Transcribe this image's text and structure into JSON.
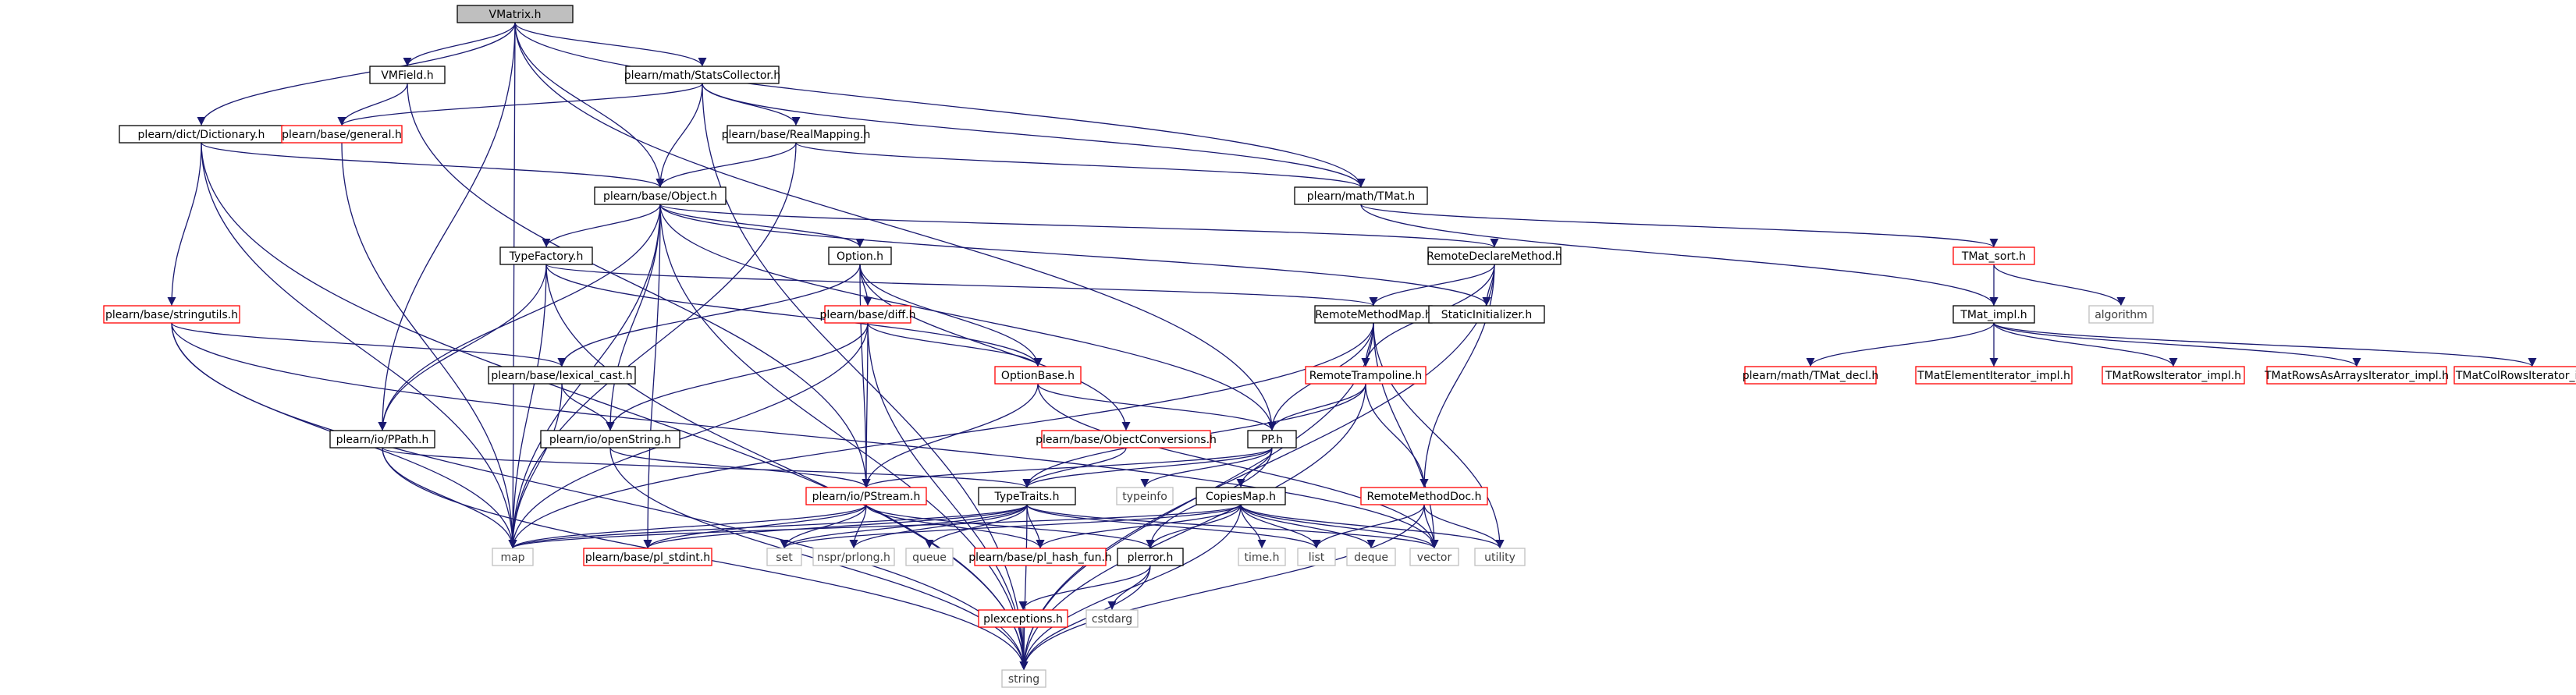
{
  "graph": {
    "root": "VMatrix.h",
    "colors": {
      "edge": "#191970",
      "root_fill": "#bfbfbf",
      "documented_border": "#000000",
      "undocumented_border": "#ff0000",
      "external_border": "#bfbfbf",
      "external_text": "#404040"
    },
    "nodes": [
      {
        "id": "vmatrix",
        "label": "VMatrix.h",
        "kind": "root"
      },
      {
        "id": "vmfield",
        "label": "VMField.h",
        "kind": "documented"
      },
      {
        "id": "statscollector",
        "label": "plearn/math/StatsCollector.h",
        "kind": "documented"
      },
      {
        "id": "dictionary",
        "label": "plearn/dict/Dictionary.h",
        "kind": "documented"
      },
      {
        "id": "general",
        "label": "plearn/base/general.h",
        "kind": "incomplete"
      },
      {
        "id": "realmapping",
        "label": "plearn/base/RealMapping.h",
        "kind": "documented"
      },
      {
        "id": "object",
        "label": "plearn/base/Object.h",
        "kind": "documented"
      },
      {
        "id": "tmat",
        "label": "plearn/math/TMat.h",
        "kind": "documented"
      },
      {
        "id": "tmatsort",
        "label": "TMat_sort.h",
        "kind": "incomplete"
      },
      {
        "id": "tmatimpl",
        "label": "TMat_impl.h",
        "kind": "documented"
      },
      {
        "id": "algorithm",
        "label": "algorithm",
        "kind": "external"
      },
      {
        "id": "tmatdecl",
        "label": "plearn/math/TMat_decl.h",
        "kind": "incomplete"
      },
      {
        "id": "tmatelem",
        "label": "TMatElementIterator_impl.h",
        "kind": "incomplete"
      },
      {
        "id": "tmatrows",
        "label": "TMatRowsIterator_impl.h",
        "kind": "incomplete"
      },
      {
        "id": "tmatrowsarr",
        "label": "TMatRowsAsArraysIterator_impl.h",
        "kind": "incomplete"
      },
      {
        "id": "tmatcol",
        "label": "TMatColRowsIterator_impl.h",
        "kind": "incomplete"
      },
      {
        "id": "typefactory",
        "label": "TypeFactory.h",
        "kind": "documented"
      },
      {
        "id": "option",
        "label": "Option.h",
        "kind": "documented"
      },
      {
        "id": "remotedeclare",
        "label": "RemoteDeclareMethod.h",
        "kind": "documented"
      },
      {
        "id": "stringutils",
        "label": "plearn/base/stringutils.h",
        "kind": "incomplete"
      },
      {
        "id": "diff",
        "label": "plearn/base/diff.h",
        "kind": "incomplete"
      },
      {
        "id": "remotemethodmap",
        "label": "RemoteMethodMap.h",
        "kind": "documented"
      },
      {
        "id": "staticinit",
        "label": "StaticInitializer.h",
        "kind": "documented"
      },
      {
        "id": "lexicalcast",
        "label": "plearn/base/lexical_cast.h",
        "kind": "documented"
      },
      {
        "id": "optionbase",
        "label": "OptionBase.h",
        "kind": "incomplete"
      },
      {
        "id": "remotetramp",
        "label": "RemoteTrampoline.h",
        "kind": "incomplete"
      },
      {
        "id": "ppath",
        "label": "plearn/io/PPath.h",
        "kind": "documented"
      },
      {
        "id": "openstring",
        "label": "plearn/io/openString.h",
        "kind": "documented"
      },
      {
        "id": "objconv",
        "label": "plearn/base/ObjectConversions.h",
        "kind": "incomplete"
      },
      {
        "id": "pp",
        "label": "PP.h",
        "kind": "documented"
      },
      {
        "id": "pstream",
        "label": "plearn/io/PStream.h",
        "kind": "incomplete"
      },
      {
        "id": "typetraits",
        "label": "TypeTraits.h",
        "kind": "documented"
      },
      {
        "id": "typeinfo",
        "label": "typeinfo",
        "kind": "external"
      },
      {
        "id": "copiesmap",
        "label": "CopiesMap.h",
        "kind": "documented"
      },
      {
        "id": "remotemethoddoc",
        "label": "RemoteMethodDoc.h",
        "kind": "incomplete"
      },
      {
        "id": "map",
        "label": "map",
        "kind": "external"
      },
      {
        "id": "plstdint",
        "label": "plearn/base/pl_stdint.h",
        "kind": "incomplete"
      },
      {
        "id": "set",
        "label": "set",
        "kind": "external"
      },
      {
        "id": "nsprlong",
        "label": "nspr/prlong.h",
        "kind": "external"
      },
      {
        "id": "queue",
        "label": "queue",
        "kind": "external"
      },
      {
        "id": "plhash",
        "label": "plearn/base/pl_hash_fun.h",
        "kind": "incomplete"
      },
      {
        "id": "plerror",
        "label": "plerror.h",
        "kind": "documented"
      },
      {
        "id": "timeh",
        "label": "time.h",
        "kind": "external"
      },
      {
        "id": "list",
        "label": "list",
        "kind": "external"
      },
      {
        "id": "deque",
        "label": "deque",
        "kind": "external"
      },
      {
        "id": "vector",
        "label": "vector",
        "kind": "external"
      },
      {
        "id": "utility",
        "label": "utility",
        "kind": "external"
      },
      {
        "id": "plexceptions",
        "label": "plexceptions.h",
        "kind": "incomplete"
      },
      {
        "id": "cstdarg",
        "label": "cstdarg",
        "kind": "external"
      },
      {
        "id": "string",
        "label": "string",
        "kind": "external"
      }
    ],
    "edges": [
      [
        "vmatrix",
        "vmfield"
      ],
      [
        "vmatrix",
        "statscollector"
      ],
      [
        "vmatrix",
        "dictionary"
      ],
      [
        "vmatrix",
        "object"
      ],
      [
        "vmatrix",
        "tmat"
      ],
      [
        "vmatrix",
        "ppath"
      ],
      [
        "vmatrix",
        "pp"
      ],
      [
        "vmatrix",
        "map"
      ],
      [
        "vmfield",
        "general"
      ],
      [
        "vmfield",
        "pstream"
      ],
      [
        "statscollector",
        "general"
      ],
      [
        "statscollector",
        "realmapping"
      ],
      [
        "statscollector",
        "object"
      ],
      [
        "statscollector",
        "tmat"
      ],
      [
        "statscollector",
        "string"
      ],
      [
        "dictionary",
        "object"
      ],
      [
        "dictionary",
        "stringutils"
      ],
      [
        "dictionary",
        "map"
      ],
      [
        "dictionary",
        "string"
      ],
      [
        "general",
        "map"
      ],
      [
        "realmapping",
        "object"
      ],
      [
        "realmapping",
        "tmat"
      ],
      [
        "realmapping",
        "map"
      ],
      [
        "object",
        "typefactory"
      ],
      [
        "object",
        "option"
      ],
      [
        "object",
        "remotedeclare"
      ],
      [
        "object",
        "ppath"
      ],
      [
        "object",
        "openstring"
      ],
      [
        "object",
        "staticinit"
      ],
      [
        "object",
        "map"
      ],
      [
        "object",
        "string"
      ],
      [
        "object",
        "pp"
      ],
      [
        "object",
        "plstdint"
      ],
      [
        "tmat",
        "tmatsort"
      ],
      [
        "tmat",
        "tmatimpl"
      ],
      [
        "tmatsort",
        "tmatimpl"
      ],
      [
        "tmatsort",
        "algorithm"
      ],
      [
        "tmatimpl",
        "tmatdecl"
      ],
      [
        "tmatimpl",
        "tmatelem"
      ],
      [
        "tmatimpl",
        "tmatrows"
      ],
      [
        "tmatimpl",
        "tmatrowsarr"
      ],
      [
        "tmatimpl",
        "tmatcol"
      ],
      [
        "typefactory",
        "remotemethodmap"
      ],
      [
        "typefactory",
        "ppath"
      ],
      [
        "typefactory",
        "optionbase"
      ],
      [
        "typefactory",
        "map"
      ],
      [
        "typefactory",
        "string"
      ],
      [
        "option",
        "diff"
      ],
      [
        "option",
        "optionbase"
      ],
      [
        "option",
        "objconv"
      ],
      [
        "option",
        "lexicalcast"
      ],
      [
        "option",
        "pstream"
      ],
      [
        "remotedeclare",
        "remotemethodmap"
      ],
      [
        "remotedeclare",
        "staticinit"
      ],
      [
        "remotedeclare",
        "remotetramp"
      ],
      [
        "remotedeclare",
        "remotemethoddoc"
      ],
      [
        "remotedeclare",
        "string"
      ],
      [
        "stringutils",
        "lexicalcast"
      ],
      [
        "stringutils",
        "map"
      ],
      [
        "stringutils",
        "string"
      ],
      [
        "stringutils",
        "vector"
      ],
      [
        "diff",
        "optionbase"
      ],
      [
        "diff",
        "openstring"
      ],
      [
        "diff",
        "pstream"
      ],
      [
        "diff",
        "map"
      ],
      [
        "diff",
        "string"
      ],
      [
        "remotemethodmap",
        "remotetramp"
      ],
      [
        "remotemethodmap",
        "pp"
      ],
      [
        "remotemethodmap",
        "map"
      ],
      [
        "remotemethodmap",
        "vector"
      ],
      [
        "remotemethodmap",
        "utility"
      ],
      [
        "remotemethodmap",
        "string"
      ],
      [
        "lexicalcast",
        "openstring"
      ],
      [
        "lexicalcast",
        "map"
      ],
      [
        "optionbase",
        "pp"
      ],
      [
        "optionbase",
        "pstream"
      ],
      [
        "optionbase",
        "vector"
      ],
      [
        "remotetramp",
        "pp"
      ],
      [
        "remotetramp",
        "typetraits"
      ],
      [
        "remotetramp",
        "remotemethoddoc"
      ],
      [
        "remotetramp",
        "string"
      ],
      [
        "ppath",
        "typetraits"
      ],
      [
        "ppath",
        "map"
      ],
      [
        "ppath",
        "string"
      ],
      [
        "openstring",
        "pstream"
      ],
      [
        "openstring",
        "string"
      ],
      [
        "objconv",
        "typetraits"
      ],
      [
        "pp",
        "pstream"
      ],
      [
        "pp",
        "typetraits"
      ],
      [
        "pp",
        "typeinfo"
      ],
      [
        "pp",
        "copiesmap"
      ],
      [
        "pp",
        "plerror"
      ],
      [
        "pstream",
        "map"
      ],
      [
        "pstream",
        "plstdint"
      ],
      [
        "pstream",
        "set"
      ],
      [
        "pstream",
        "nsprlong"
      ],
      [
        "pstream",
        "plhash"
      ],
      [
        "pstream",
        "plerror"
      ],
      [
        "typetraits",
        "map"
      ],
      [
        "typetraits",
        "set"
      ],
      [
        "typetraits",
        "queue"
      ],
      [
        "typetraits",
        "plhash"
      ],
      [
        "typetraits",
        "list"
      ],
      [
        "typetraits",
        "vector"
      ],
      [
        "typetraits",
        "string"
      ],
      [
        "typetraits",
        "plstdint"
      ],
      [
        "typetraits",
        "nsprlong"
      ],
      [
        "copiesmap",
        "map"
      ],
      [
        "copiesmap",
        "plhash"
      ],
      [
        "copiesmap",
        "plerror"
      ],
      [
        "copiesmap",
        "timeh"
      ],
      [
        "copiesmap",
        "list"
      ],
      [
        "copiesmap",
        "deque"
      ],
      [
        "copiesmap",
        "vector"
      ],
      [
        "copiesmap",
        "utility"
      ],
      [
        "copiesmap",
        "string"
      ],
      [
        "copiesmap",
        "set"
      ],
      [
        "remotemethoddoc",
        "list"
      ],
      [
        "remotemethoddoc",
        "vector"
      ],
      [
        "remotemethoddoc",
        "utility"
      ],
      [
        "remotemethoddoc",
        "string"
      ],
      [
        "plerror",
        "plexceptions"
      ],
      [
        "plerror",
        "cstdarg"
      ],
      [
        "plerror",
        "string"
      ],
      [
        "plexceptions",
        "string"
      ]
    ]
  }
}
